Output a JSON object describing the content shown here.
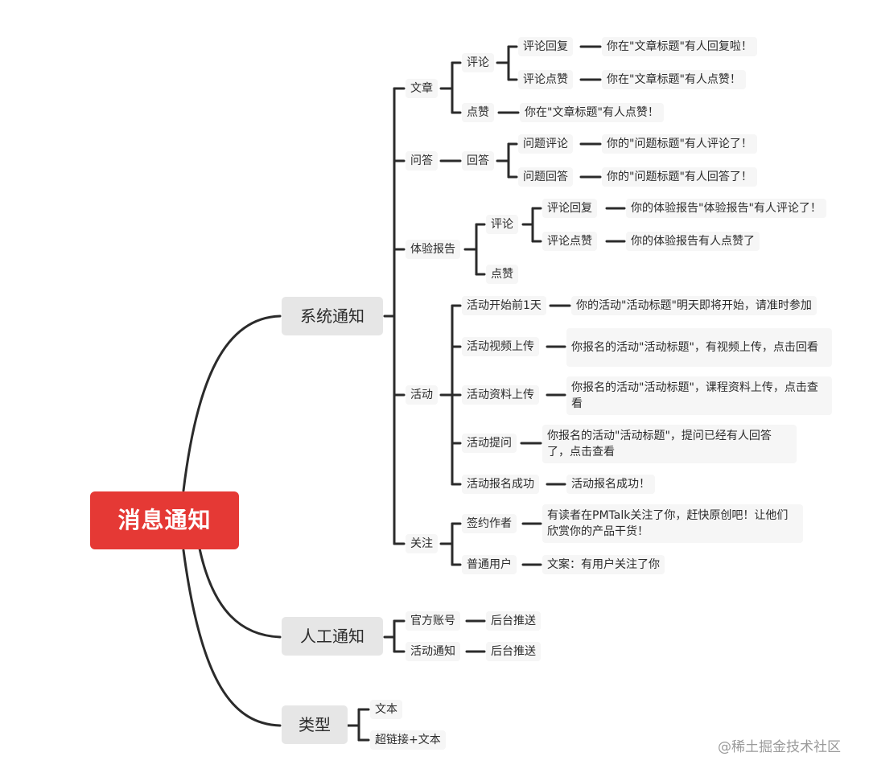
{
  "root": "消息通知",
  "system": {
    "label": "系统通知",
    "article": {
      "label": "文章",
      "comment": {
        "label": "评论",
        "reply": {
          "label": "评论回复",
          "msg": "你在\"文章标题\"有人回复啦！"
        },
        "like": {
          "label": "评论点赞",
          "msg": "你在\"文章标题\"有人点赞！"
        }
      },
      "like": {
        "label": "点赞",
        "msg": "你在\"文章标题\"有人点赞！"
      }
    },
    "qa": {
      "label": "问答",
      "answer": {
        "label": "回答",
        "comment": {
          "label": "问题评论",
          "msg": "你的\"问题标题\"有人评论了！"
        },
        "answer": {
          "label": "问题回答",
          "msg": "你的\"问题标题\"有人回答了！"
        }
      }
    },
    "report": {
      "label": "体验报告",
      "comment": {
        "label": "评论",
        "reply": {
          "label": "评论回复",
          "msg": "你的体验报告\"体验报告\"有人评论了！"
        },
        "like": {
          "label": "评论点赞",
          "msg": "你的体验报告有人点赞了"
        }
      },
      "like": {
        "label": "点赞"
      }
    },
    "activity": {
      "label": "活动",
      "before_day": {
        "label": "活动开始前1天",
        "msg": "你的活动\"活动标题\"明天即将开始，请准时参加"
      },
      "video": {
        "label": "活动视频上传",
        "msg": "你报名的活动\"活动标题\"，有视频上传，点击回看"
      },
      "material": {
        "label": "活动资料上传",
        "msg": "你报名的活动\"活动标题\"，课程资料上传，点击查看"
      },
      "question": {
        "label": "活动提问",
        "msg": "你报名的活动\"活动标题\"，提问已经有人回答了，点击查看"
      },
      "signup": {
        "label": "活动报名成功",
        "msg": "活动报名成功！"
      }
    },
    "follow": {
      "label": "关注",
      "author": {
        "label": "签约作者",
        "msg": "有读者在PMTalk关注了你，赶快原创吧！让他们欣赏你的产品干货！"
      },
      "user": {
        "label": "普通用户",
        "msg": "文案：有用户关注了你"
      }
    }
  },
  "manual": {
    "label": "人工通知",
    "official": {
      "label": "官方账号",
      "msg": "后台推送"
    },
    "activity": {
      "label": "活动通知",
      "msg": "后台推送"
    }
  },
  "types": {
    "label": "类型",
    "text": "文本",
    "link_text": "超链接+文本"
  },
  "watermark": "@稀土掘金技术社区"
}
